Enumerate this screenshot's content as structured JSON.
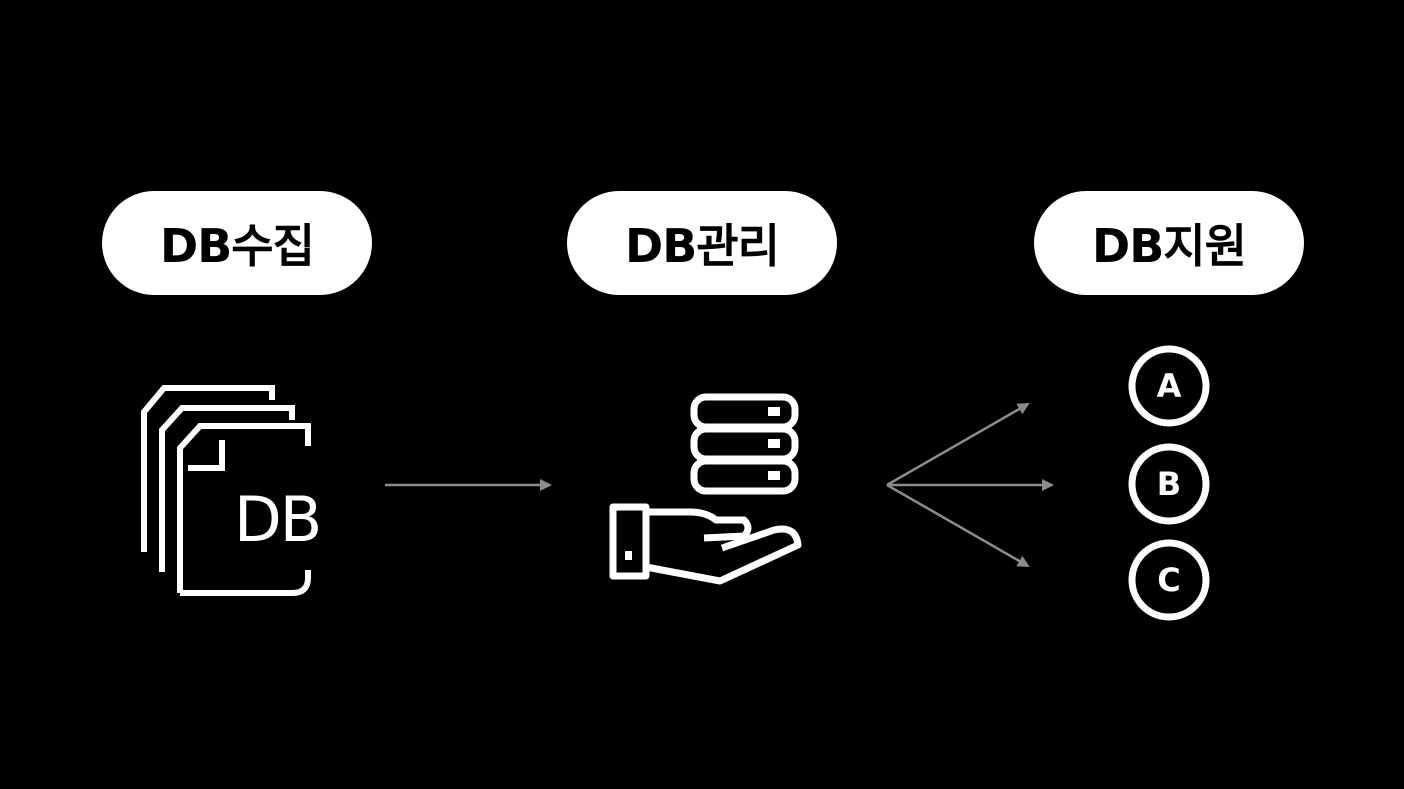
{
  "stages": {
    "collect": {
      "label": "DB수집",
      "icon": "document-stack-icon"
    },
    "manage": {
      "label": "DB관리",
      "icon": "hand-holding-server-icon"
    },
    "support": {
      "label": "DB지원",
      "icon": "option-circles-icon"
    }
  },
  "document_icon": {
    "text": "DB"
  },
  "options": [
    "A",
    "B",
    "C"
  ],
  "colors": {
    "background": "#000000",
    "foreground": "#ffffff",
    "arrow": "#8c8c8c"
  }
}
